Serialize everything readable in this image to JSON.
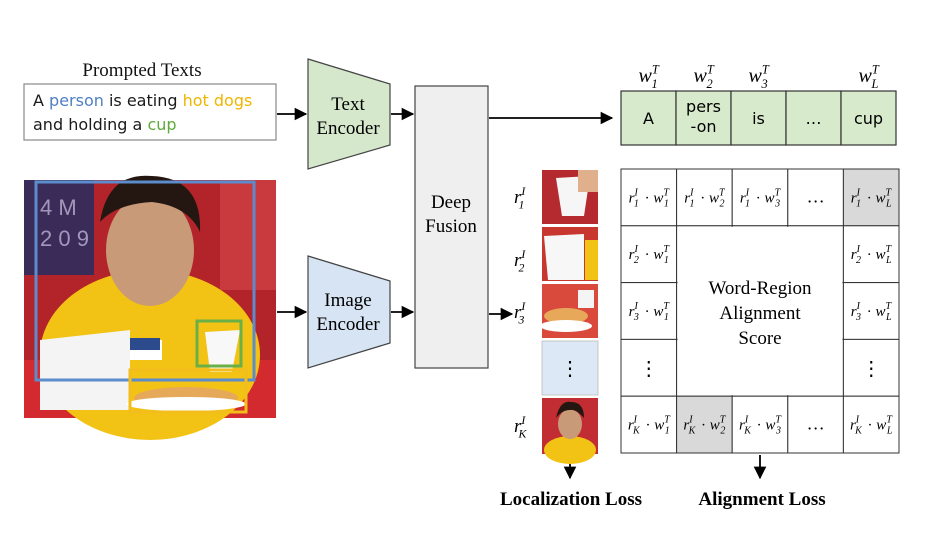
{
  "prompt": {
    "title": "Prompted Texts",
    "line1": [
      {
        "text": "A ",
        "color": "#1a1a1a"
      },
      {
        "text": "person",
        "color": "#4f7fc1"
      },
      {
        "text": " is eating ",
        "color": "#1a1a1a"
      },
      {
        "text": "hot dogs",
        "color": "#f0b500"
      }
    ],
    "line2": [
      {
        "text": "and holding a ",
        "color": "#1a1a1a"
      },
      {
        "text": "cup",
        "color": "#5faa3c"
      }
    ]
  },
  "encoders": {
    "text": [
      "Text",
      "Encoder"
    ],
    "image": [
      "Image",
      "Encoder"
    ],
    "fusion": [
      "Deep",
      "Fusion"
    ]
  },
  "words": {
    "headers": [
      {
        "base": "w",
        "sub": "1",
        "sup": "T"
      },
      {
        "base": "w",
        "sub": "2",
        "sup": "T"
      },
      {
        "base": "w",
        "sub": "3",
        "sup": "T"
      },
      {
        "base": "",
        "sub": "",
        "sup": ""
      },
      {
        "base": "w",
        "sub": "L",
        "sup": "T"
      }
    ],
    "tokens": [
      [
        "A"
      ],
      [
        "pers",
        "-on"
      ],
      [
        "is"
      ],
      [
        "…"
      ],
      [
        "cup"
      ]
    ]
  },
  "regions": [
    {
      "base": "r",
      "sub": "1",
      "sup": "I"
    },
    {
      "base": "r",
      "sub": "2",
      "sup": "I"
    },
    {
      "base": "r",
      "sub": "3",
      "sup": "I"
    },
    {
      "base": "",
      "sub": "",
      "sup": ""
    },
    {
      "base": "r",
      "sub": "K",
      "sup": "I"
    }
  ],
  "matrix": {
    "row_subs": [
      "1",
      "2",
      "3",
      "",
      "K"
    ],
    "col_subs": [
      "1",
      "2",
      "3",
      "",
      "L"
    ],
    "ellipsis_h": "…",
    "ellipsis_v": "⋮",
    "center_label": [
      "Word-Region",
      "Alignment",
      "Score"
    ],
    "dot": "·"
  },
  "losses": {
    "localization": "Localization Loss",
    "alignment": "Alignment Loss"
  },
  "colors": {
    "word_fill": "#d7eacb",
    "text_encoder": "#d5e8cc",
    "image_encoder": "#d6e4f3",
    "fusion": "#efefef",
    "highlight_cell": "#d9d9d9",
    "region_ellipsis": "#dce8f5",
    "box_person": "#5b8ccc",
    "box_hotdog": "#f3bd1b",
    "box_cup": "#6ab046"
  }
}
